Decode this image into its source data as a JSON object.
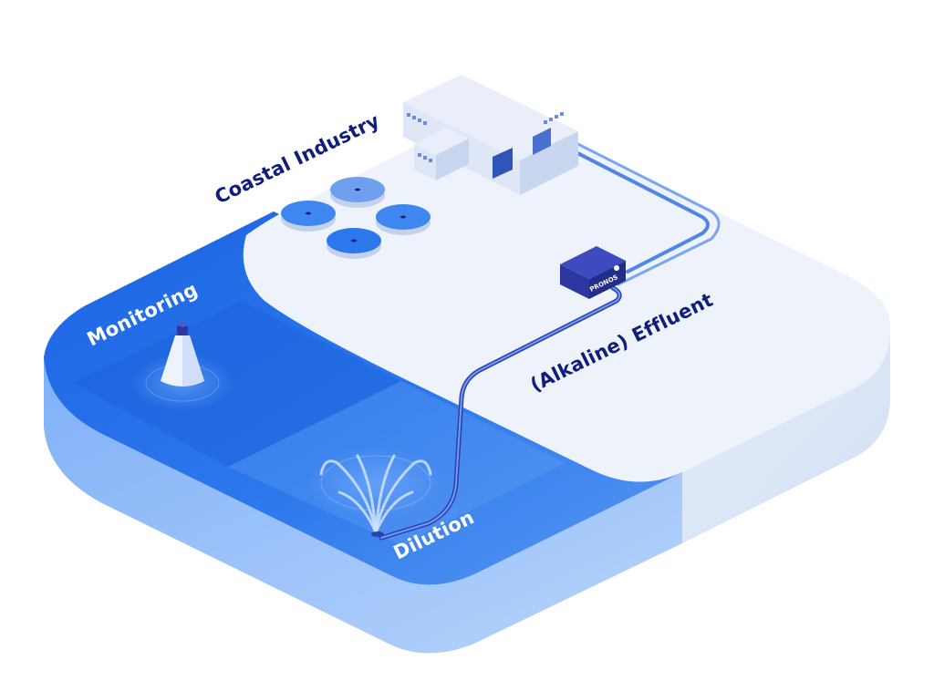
{
  "labels": {
    "coastal_industry": "Coastal Industry",
    "monitoring": "Monitoring",
    "effluent": "(Alkaline) Effluent",
    "dilution": "Dilution"
  },
  "device": {
    "brand": "PRONOS"
  },
  "colors": {
    "land_top": "#eef3fb",
    "land_side": "#dde7f7",
    "water_deep": "#1f6fe6",
    "water_mid": "#3f87f0",
    "water_side": "#9cc2fa",
    "pipe": "#4f86e8",
    "pipe_dark": "#2b3fb0",
    "label_dark": "#0f1e7a",
    "device": "#2c37a0"
  }
}
